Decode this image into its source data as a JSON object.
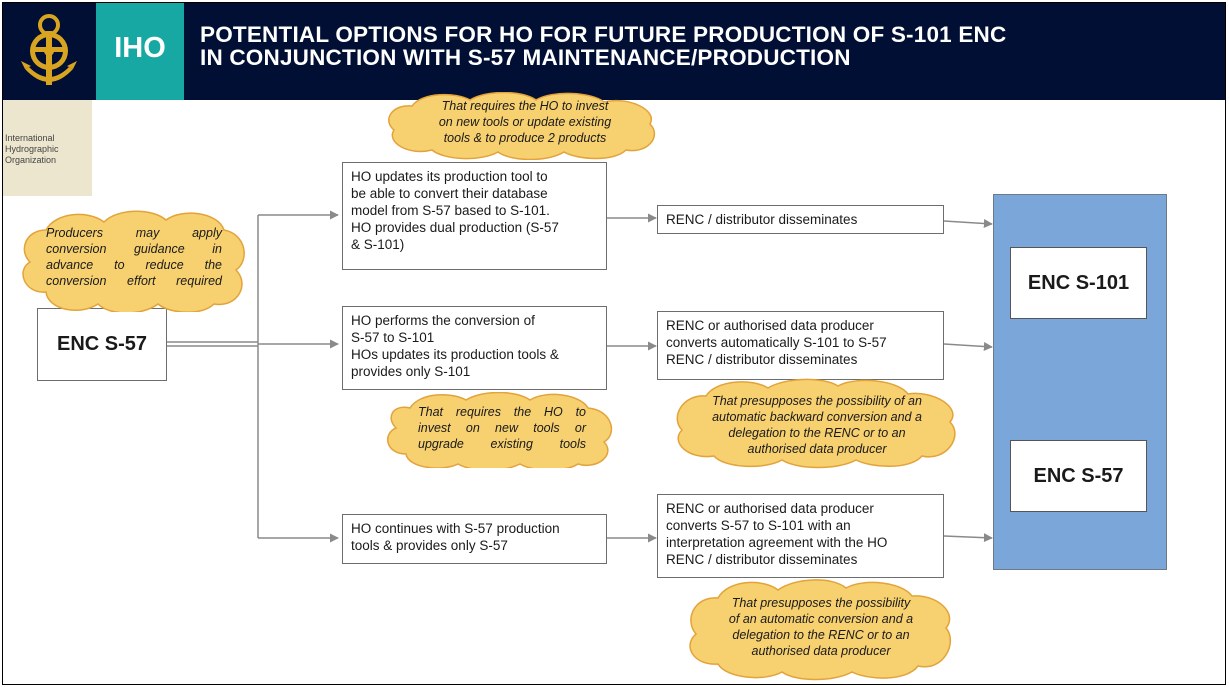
{
  "header": {
    "logo_icon": "iho-anchor-emblem-icon",
    "org_acronym": "IHO",
    "title_line1": "POTENTIAL OPTIONS FOR HO FOR FUTURE PRODUCTION OF S-101 ENC",
    "title_line2": "IN CONJUNCTION WITH S-57 MAINTENANCE/PRODUCTION",
    "org_name": "International\nHydrographic\nOrganization"
  },
  "colors": {
    "header_navy": "#000f33",
    "iho_teal": "#17a8a3",
    "org_beige": "#ece6cf",
    "cloud_fill": "#f7d070",
    "cloud_stroke": "#e2a33a",
    "target_panel_blue": "#7aa6da"
  },
  "source": {
    "label": "ENC S-57"
  },
  "notes": {
    "producers": "Producers may apply\nconversion guidance in\nadvance to reduce the\nconversion effort required",
    "option1": "That requires the HO to invest\non new tools or update existing\ntools & to produce 2 products",
    "option2": "That requires the HO to\ninvest on new tools or\nupgrade existing tools",
    "option2_backward": "That presupposes the possibility of an\nautomatic backward conversion and a\ndelegation to the RENC or to an\nauthorised data producer",
    "option3": "That presupposes the possibility\nof an automatic conversion and a\ndelegation to the RENC or to an\nauthorised data producer"
  },
  "options": [
    {
      "ho_action": "HO updates its production tool to\nbe able to convert their database\nmodel from S-57 based to S-101.\nHO provides dual production (S-57\n& S-101)",
      "renc_action": "RENC / distributor disseminates"
    },
    {
      "ho_action": "HO performs the conversion of\nS-57 to S-101\nHOs updates its production tools &\nprovides only S-101",
      "renc_action": "RENC or authorised data producer\nconverts automatically S-101 to S-57\nRENC / distributor disseminates"
    },
    {
      "ho_action": "HO continues with S-57 production\ntools & provides only S-57",
      "renc_action": "RENC or authorised data producer\nconverts S-57 to S-101 with an\ninterpretation agreement with the HO\nRENC / distributor disseminates"
    }
  ],
  "targets": {
    "enc_s101": "ENC S-101",
    "enc_s57": "ENC S-57"
  }
}
